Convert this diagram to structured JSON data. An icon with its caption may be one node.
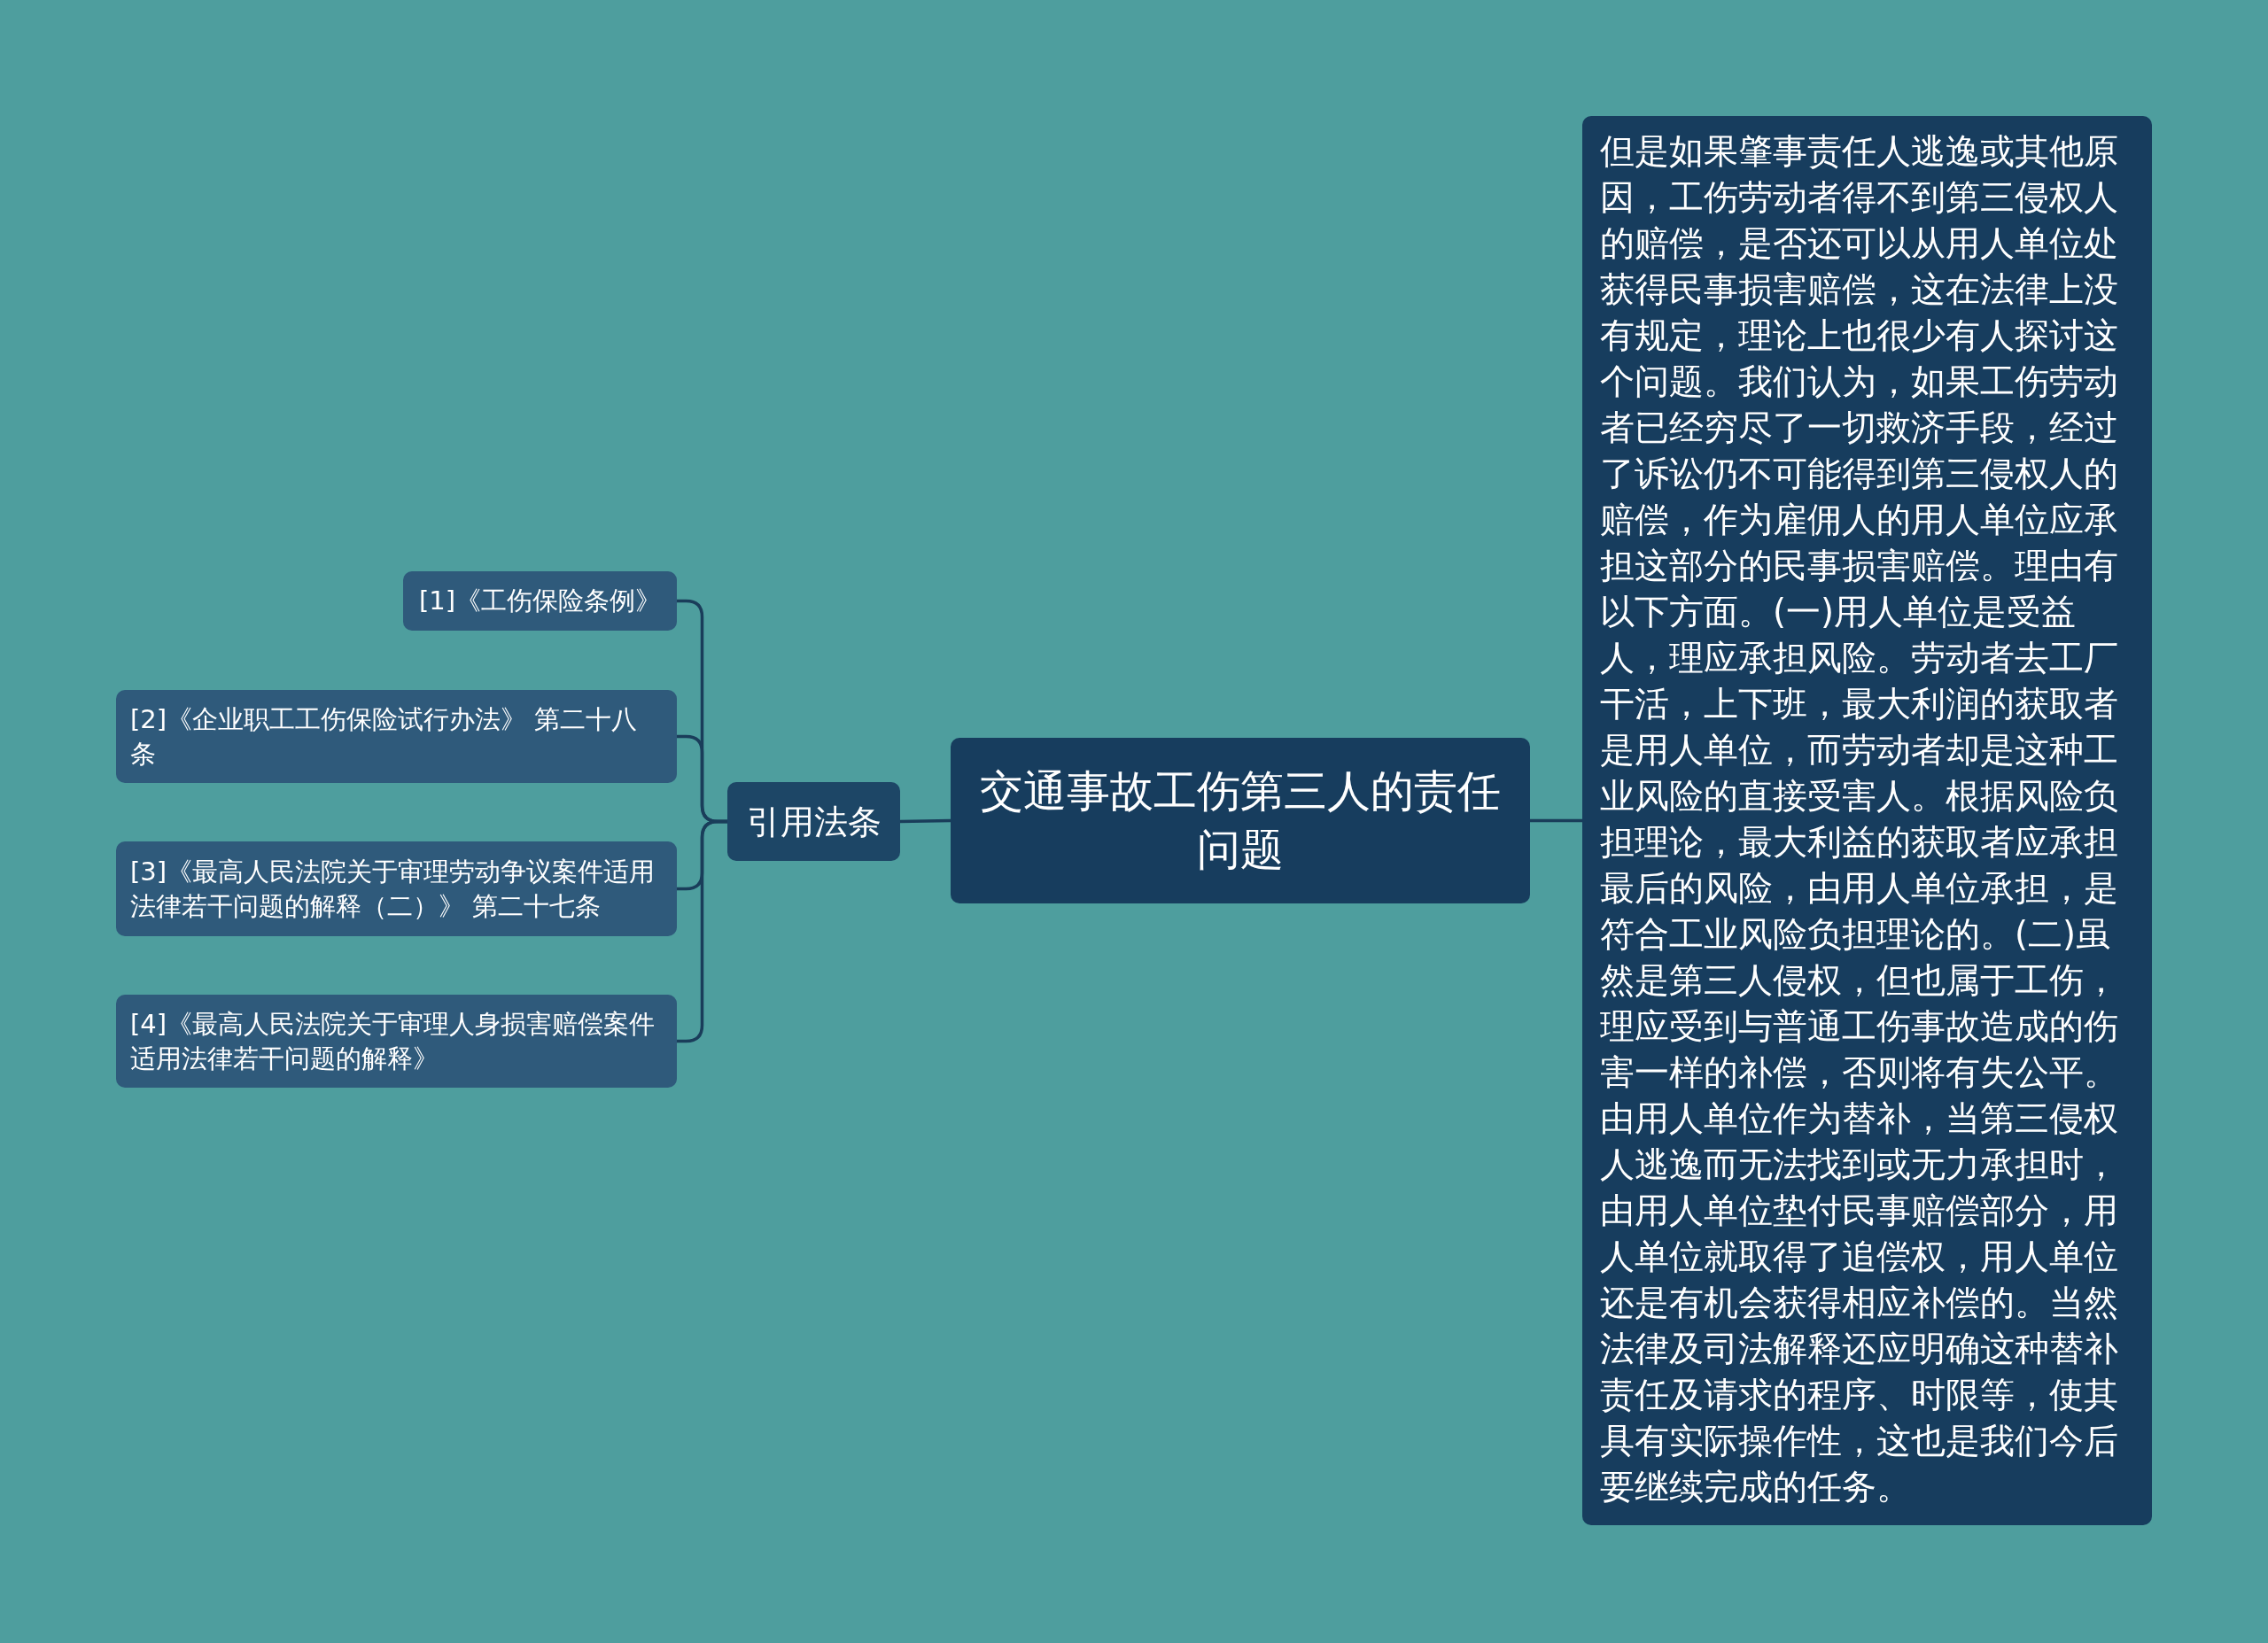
{
  "diagram": {
    "nodes": [
      {
        "text": [
          "交通事故工伤第三人的责任问题"
        ]
      },
      {
        "text": [
          "引用法条"
        ]
      },
      {
        "text": [
          "[1]《工伤保险条例》"
        ]
      },
      {
        "text": [
          "[2]《企业职工工伤保险试行办法》 第二十八条"
        ]
      },
      {
        "text": [
          "[3]《最高人民法院关于审理劳动争议案件适用法律若干问题的解释（二）》 第二十七条"
        ]
      },
      {
        "text": [
          "[4]《最高人民法院关于审理人身损害赔偿案件适用法律若干问题的解释》"
        ]
      },
      {
        "text": [
          "但是如果肇事责任人逃逸或其他原因，工伤劳动者得不到第三侵权人的赔偿，是否还可以从用人单位处获得民事损害赔偿，这在法律上没有规定，理论上也很少有人探讨这个问题。我们认为，如果工伤劳动者已经穷尽了一切救济手段，经过了诉讼仍不可能得到第三侵权人的赔偿，作为雇佣人的用人单位应承担这部分的民事损害赔偿。理由有以下方面。(一)用人单位是受益人，理应承担风险。劳动者去工厂干活，上下班，最大利润的获取者是用人单位，而劳动者却是这种工业风险的直接受害人。根据风险负担理论，最大利益的获取者应承担最后的风险，由用人单位承担，是符合工业风险负担理论的。(二)虽然是第三人侵权，但也属于工伤，理应受到与普通工伤事故造成的伤害一样的补偿，否则将有失公平。由用人单位作为替补，当第三侵权人逃逸而无法找到或无力承担时，由用人单位垫付民事赔偿部分，用人单位就取得了追偿权，用人单位还是有机会获得相应补偿的。当然法律及司法解释还应明确这种替补责任及请求的程序、时限等，使其具有实际操作性，这也是我们今后要继续完成的任务。"
        ]
      }
    ],
    "edges": [
      {
        "from": 0,
        "to": 1,
        "arrow": "none"
      },
      {
        "from": 1,
        "to": 2,
        "arrow": "none"
      },
      {
        "from": 1,
        "to": 3,
        "arrow": "none"
      },
      {
        "from": 1,
        "to": 4,
        "arrow": "none"
      },
      {
        "from": 1,
        "to": 5,
        "arrow": "none"
      },
      {
        "from": 0,
        "to": 6,
        "arrow": "none"
      }
    ]
  }
}
